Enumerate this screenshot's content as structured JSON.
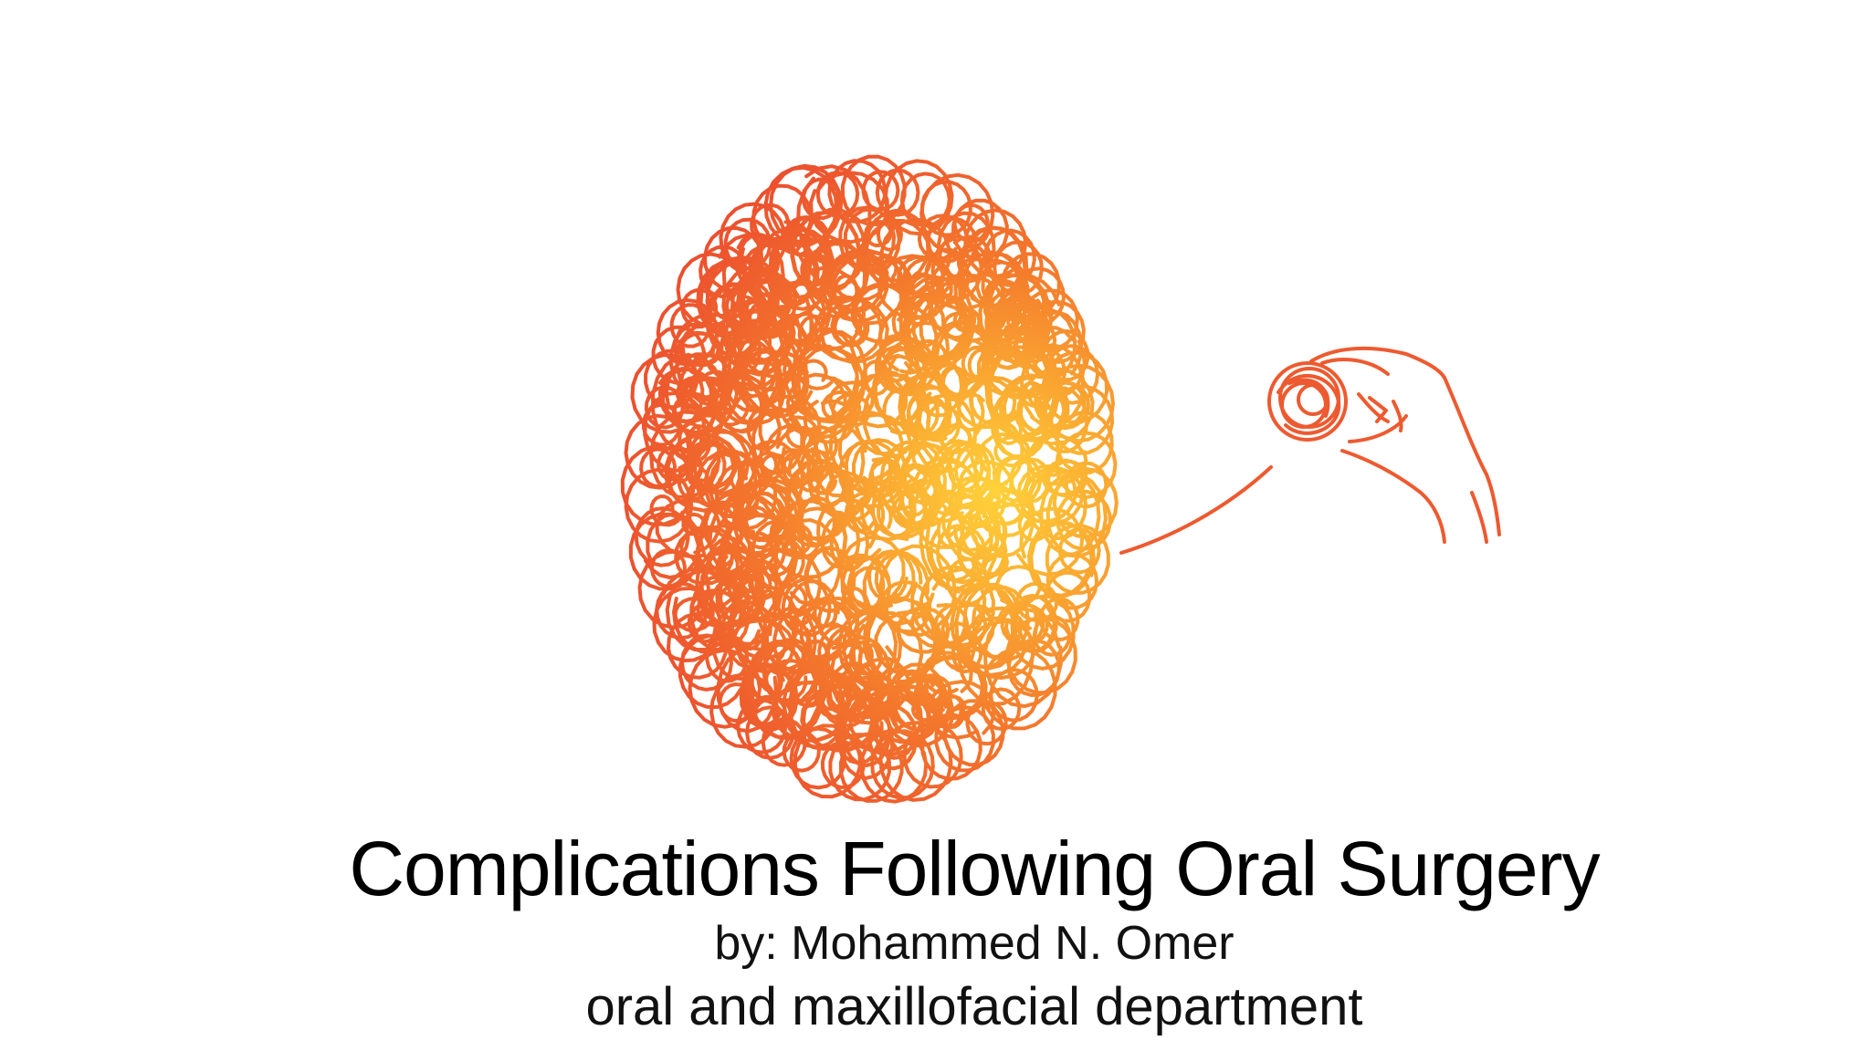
{
  "slide": {
    "title": "Complications Following Oral Surgery",
    "byline": "by: Mohammed N. Omer",
    "department": "oral and maxillofacial department"
  },
  "illustration": {
    "icon": "tangled-scribble-ball-and-hand-holding-ball",
    "colors": {
      "outer": "#ef5a2c",
      "mid": "#f58a2a",
      "center": "#ffc832"
    }
  }
}
